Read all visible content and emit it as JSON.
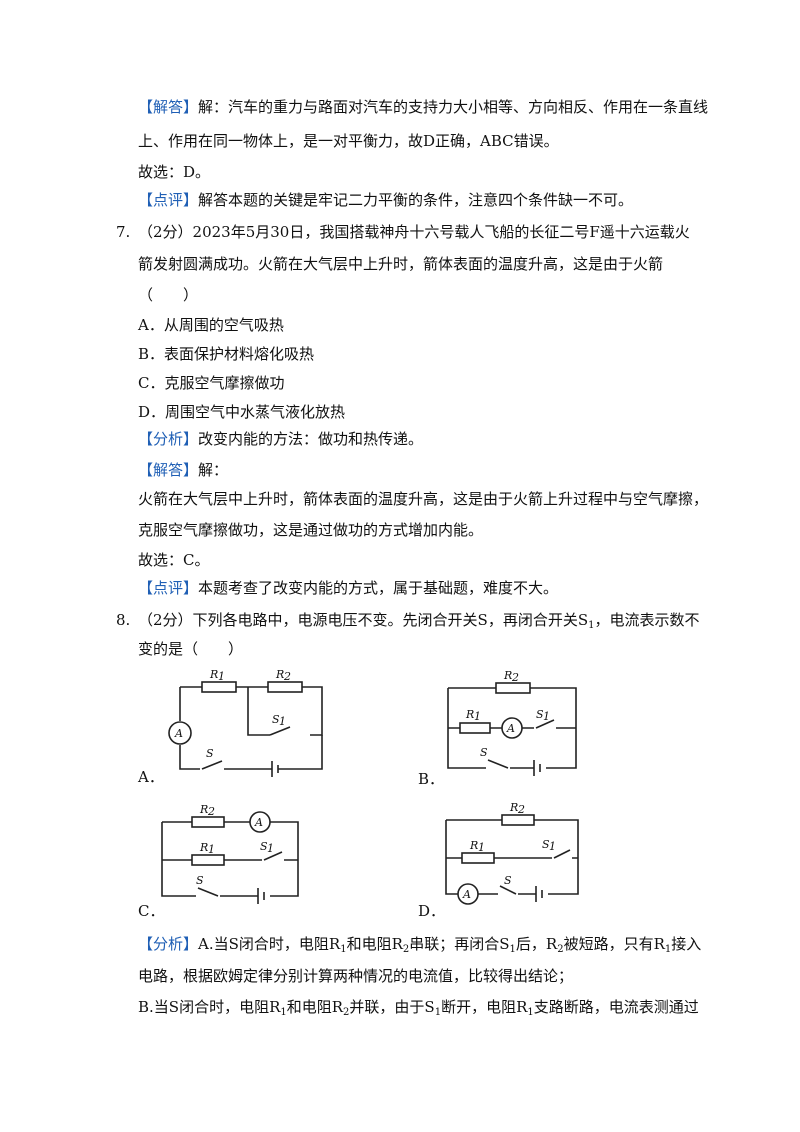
{
  "q6": {
    "answer_tag": "【解答】",
    "answer_line1": "解：汽车的重力与路面对汽车的支持力大小相等、方向相反、作用在一条直线",
    "answer_line2": "上、作用在同一物体上，是一对平衡力，故D正确，ABC错误。",
    "choice": "故选：D。",
    "review_tag": "【点评】",
    "review": "解答本题的关键是牢记二力平衡的条件，注意四个条件缺一不可。"
  },
  "q7": {
    "number": "7.",
    "stem_line1": "（2分）2023年5月30日，我国搭载神舟十六号载人飞船的长征二号F遥十六运载火",
    "stem_line2": "箭发射圆满成功。火箭在大气层中上升时，箭体表面的温度升高，这是由于火箭",
    "blank": "（　　）",
    "options": [
      "A．从周围的空气吸热",
      "B．表面保护材料熔化吸热",
      "C．克服空气摩擦做功",
      "D．周围空气中水蒸气液化放热"
    ],
    "analysis_tag": "【分析】",
    "analysis": "改变内能的方法：做功和热传递。",
    "answer_tag": "【解答】",
    "answer_head": "解：",
    "answer_line1": "火箭在大气层中上升时，箭体表面的温度升高，这是由于火箭上升过程中与空气摩擦，",
    "answer_line2": "克服空气摩擦做功，这是通过做功的方式增加内能。",
    "choice": "故选：C。",
    "review_tag": "【点评】",
    "review": "本题考查了改变内能的方式，属于基础题，难度不大。"
  },
  "q8": {
    "number": "8.",
    "stem_a": "（2分）下列各电路中，电源电压不变。先闭合开关S，再闭合开关S",
    "stem_a_sub": "1",
    "stem_a_tail": "，电流表示数不",
    "stem_line2": "变的是（　　）",
    "option_labels": [
      "A．",
      "B．",
      "C．",
      "D．"
    ],
    "circuit_labels": {
      "r1": "R",
      "r2": "R",
      "s": "S",
      "s1": "S",
      "ammeter": "A",
      "sub1": "1",
      "sub2": "2"
    },
    "analysis_tag": "【分析】",
    "analysis_a1": "A.当S闭合时，电阻R",
    "analysis_a1_s1": "1",
    "analysis_a1_m": "和电阻R",
    "analysis_a1_s2": "2",
    "analysis_a1_m2": "串联；再闭合S",
    "analysis_a1_s3": "1",
    "analysis_a1_m3": "后，R",
    "analysis_a1_s4": "2",
    "analysis_a1_m4": "被短路，只有R",
    "analysis_a1_s5": "1",
    "analysis_a1_end": "接入",
    "analysis_a2": "电路，根据欧姆定律分别计算两种情况的电流值，比较得出结论；",
    "analysis_b1": "B.当S闭合时，电阻R",
    "analysis_b1_s1": "1",
    "analysis_b1_m": "和电阻R",
    "analysis_b1_s2": "2",
    "analysis_b1_m2": "并联，由于S",
    "analysis_b1_s3": "1",
    "analysis_b1_m3": "断开，电阻R",
    "analysis_b1_s4": "1",
    "analysis_b1_end": "支路断路，电流表测通过"
  }
}
